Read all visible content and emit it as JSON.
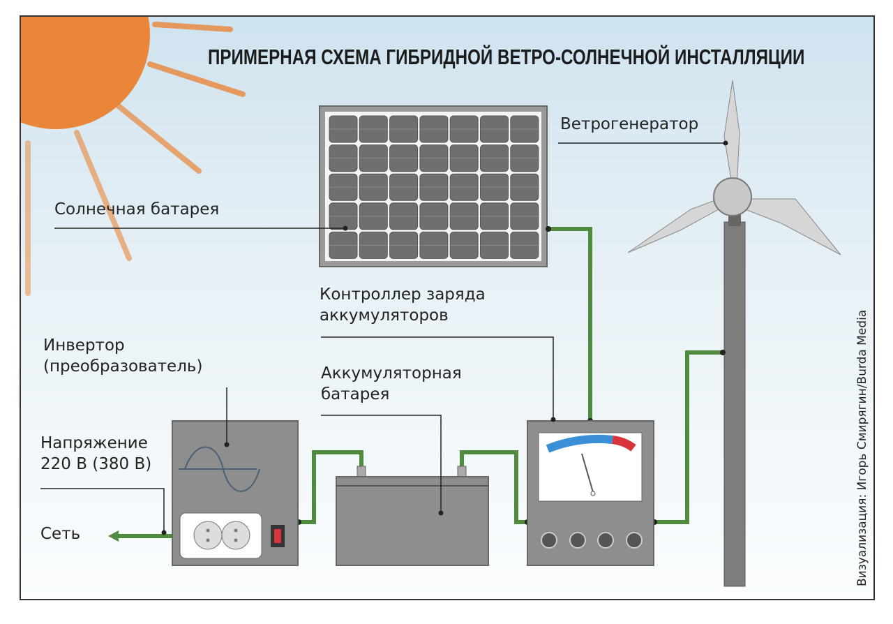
{
  "title": "ПРИМЕРНАЯ СХЕМА ГИБРИДНОЙ ВЕТРО-СОЛНЕЧНОЙ ИНСТАЛЛЯЦИИ",
  "labels": {
    "solar": "Солнечная батарея",
    "wind": "Ветрогенератор",
    "controller_1": "Контроллер заряда",
    "controller_2": "аккумуляторов",
    "inverter_1": "Инвертор",
    "inverter_2": "(преобразователь)",
    "battery_1": "Аккумуляторная",
    "battery_2": "батарея",
    "voltage_1": "Напряжение",
    "voltage_2": "220 В (380 В)",
    "grid": "Сеть"
  },
  "credit": "Визуализация: Игорь Смирягин/Burda Media",
  "colors": {
    "sun": "#e9863a",
    "wire": "#4f8a3f",
    "gauge_blue": "#3b8fd6",
    "gauge_red": "#d8343a",
    "device": "#8e8e8e"
  }
}
